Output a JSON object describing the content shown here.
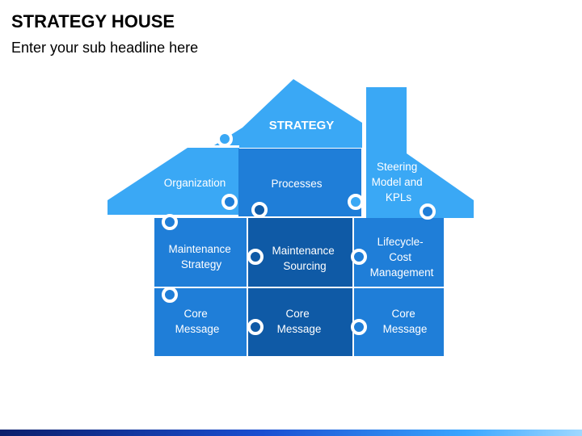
{
  "header": {
    "title": "STRATEGY HOUSE",
    "subtitle": "Enter your sub headline here"
  },
  "colors": {
    "light_blue": "#3aa8f5",
    "mid_blue": "#1f7ed8",
    "dark_blue": "#0f5aa6",
    "darkest_blue": "#0b4b8c",
    "accent_gradient": [
      "#0b1e6b",
      "#3aa6ff"
    ]
  },
  "roof": {
    "label": "STRATEGY"
  },
  "pieces": {
    "organization": [
      "Organization"
    ],
    "processes": [
      "Processes"
    ],
    "steering": [
      "Steering",
      "Model and",
      "KPLs"
    ],
    "maintenance_strategy": [
      "Maintenance",
      "Strategy"
    ],
    "maintenance_sourcing": [
      "Maintenance",
      "Sourcing"
    ],
    "lifecycle": [
      "Lifecycle-",
      "Cost",
      "Management"
    ],
    "core_left": [
      "Core",
      "Message"
    ],
    "core_middle": [
      "Core",
      "Message"
    ],
    "core_right": [
      "Core",
      "Message"
    ]
  }
}
